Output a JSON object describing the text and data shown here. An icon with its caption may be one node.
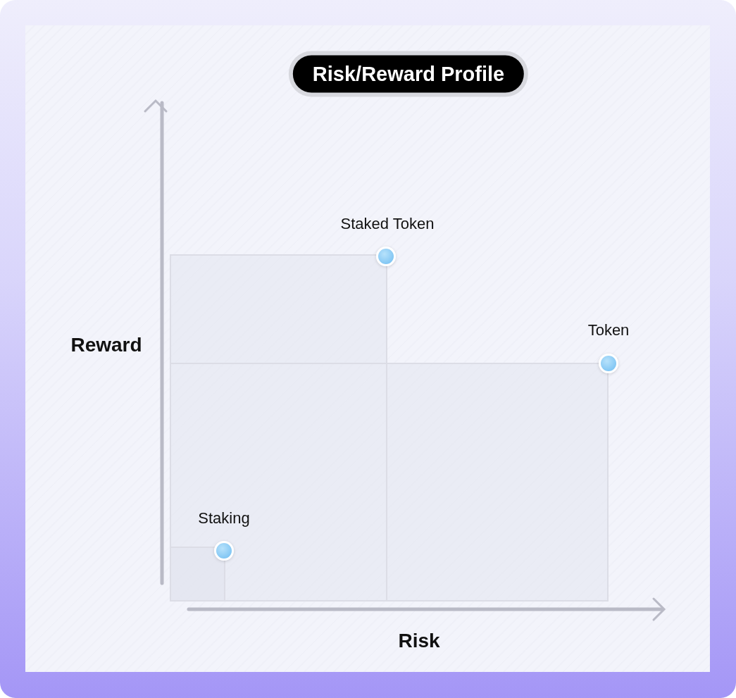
{
  "diagram": {
    "title": "Risk/Reward Profile",
    "nodes": [
      {
        "text": [],
        "shape": "circle",
        "beside": [
          "Staked Token"
        ]
      },
      {
        "text": [],
        "shape": "circle",
        "beside": [
          "Token"
        ]
      },
      {
        "text": [],
        "shape": "circle",
        "beside": [
          "Staking"
        ]
      }
    ],
    "labels": [
      "Reward",
      "Risk"
    ]
  }
}
